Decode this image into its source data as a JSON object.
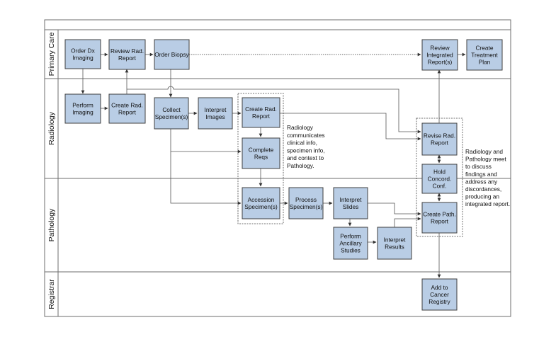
{
  "lanes": {
    "primary_care": "Primary Care",
    "radiology": "Radiology",
    "pathology": "Pathology",
    "registrar": "Registrar"
  },
  "steps": {
    "order_dx_imaging": [
      "Order Dx",
      "Imaging"
    ],
    "review_rad_report": [
      "Review Rad.",
      "Report"
    ],
    "order_biopsy": [
      "Order Biopsy"
    ],
    "review_integrated_reports": [
      "Review",
      "Integrated",
      "Report(s)"
    ],
    "create_treatment_plan": [
      "Create",
      "Treatment",
      "Plan"
    ],
    "perform_imaging": [
      "Perform",
      "Imaging"
    ],
    "create_rad_report_1": [
      "Create Rad.",
      "Report"
    ],
    "collect_specimens": [
      "Collect",
      "Specimen(s)"
    ],
    "interpret_images": [
      "Interpret",
      "Images"
    ],
    "create_rad_report_2": [
      "Create Rad.",
      "Report"
    ],
    "complete_reqs": [
      "Complete",
      "Reqs"
    ],
    "revise_rad_report": [
      "Revise Rad.",
      "Report"
    ],
    "hold_concord_conf": [
      "Hold",
      "Concord.",
      "Conf."
    ],
    "accession_specimens": [
      "Accession",
      "Specimen(s)"
    ],
    "process_specimens": [
      "Process",
      "Specimen(s)"
    ],
    "interpret_slides": [
      "Interpret",
      "Slides"
    ],
    "create_path_report": [
      "Create Path.",
      "Report"
    ],
    "perform_ancillary_studies": [
      "Perform",
      "Ancillary",
      "Studies"
    ],
    "interpret_results": [
      "Interpret",
      "Results"
    ],
    "add_to_cancer_registry": [
      "Add to",
      "Cancer",
      "Registry"
    ]
  },
  "notes": {
    "radiology_communicates": [
      "Radiology",
      "communicates",
      "clinical info,",
      "specimen info,",
      "and context to",
      "Pathology."
    ],
    "radiology_pathology_meet": [
      "Radiology and",
      "Pathology meet",
      "to discuss",
      "findings and",
      "address any",
      "discordances,",
      "producing an",
      "integrated report."
    ]
  }
}
